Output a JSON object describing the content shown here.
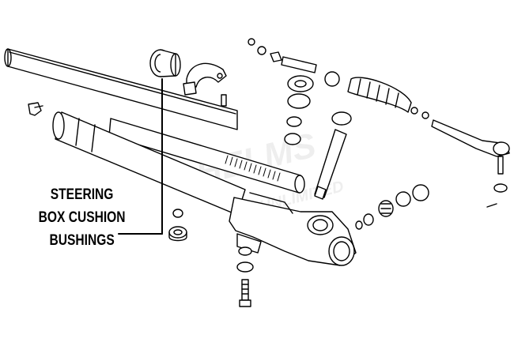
{
  "callout": {
    "lines": [
      "STEERING",
      "BOX CUSHION",
      "BUSHINGS"
    ]
  },
  "watermark": {
    "text": "HELMS",
    "sub": "UNLIMITED"
  },
  "colors": {
    "line": "#000000",
    "paper": "#ffffff",
    "watermark": "#d8d8d8"
  }
}
